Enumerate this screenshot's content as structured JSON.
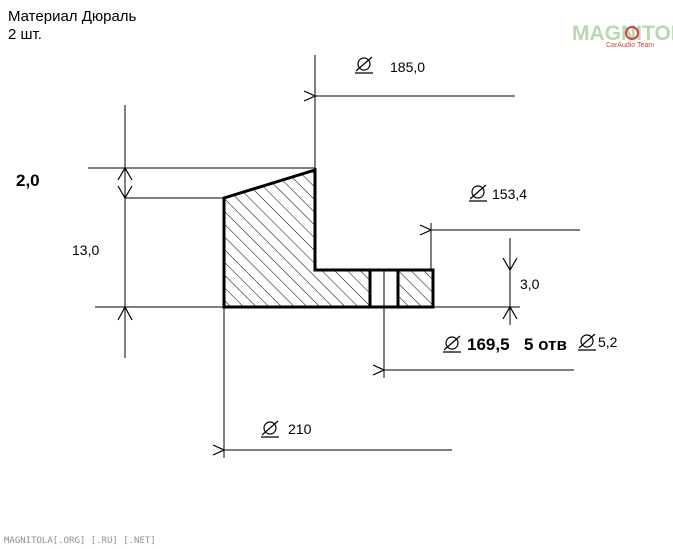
{
  "header": {
    "material": "Материал Дюраль",
    "quantity": "2 шт."
  },
  "watermark": {
    "brand": "MAGNITOLA",
    "tagline": "CarAudio Team"
  },
  "dimensions": {
    "d_top": "185,0",
    "d_inner": "153,4",
    "height_small": "2,0",
    "height_main": "13,0",
    "thickness": "3,0",
    "d_holes": "169,5",
    "holes_count": "5 отв",
    "d_hole": "5,2",
    "d_outer": "210"
  },
  "footer": {
    "sites": "MAGNITOLA[.ORG] [.RU] [.NET]"
  },
  "colors": {
    "line": "#000000",
    "watermark": "#b8d8b0",
    "watermark_accent": "#d04040",
    "footer": "#8a8f99"
  }
}
